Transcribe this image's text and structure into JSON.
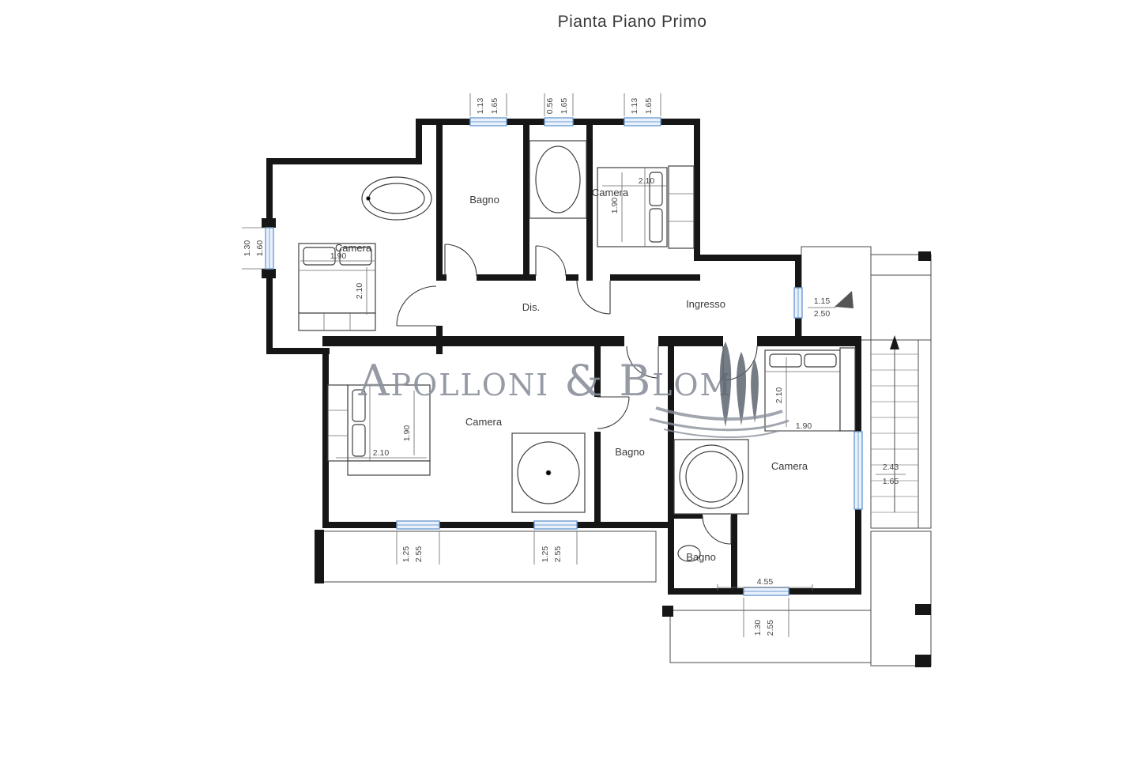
{
  "page": {
    "title": "Pianta Piano Primo"
  },
  "watermark": {
    "name": "Apolloni & Blom"
  },
  "colors": {
    "wall": "#161616",
    "window_frame": "#6f9cd1",
    "window_fill": "#e9f2fc",
    "hatch": "#c9c9c9",
    "label_text": "#3a3a3a",
    "dim_text": "#474747",
    "watermark": "#8a909b",
    "logo_tree": "#5d6570"
  },
  "rooms": {
    "camera_nw": {
      "label": "Camera"
    },
    "bagno_n": {
      "label": "Bagno"
    },
    "camera_ne": {
      "label": "Camera"
    },
    "dis": {
      "label": "Dis."
    },
    "ingresso": {
      "label": "Ingresso"
    },
    "camera_sw": {
      "label": "Camera"
    },
    "bagno_s": {
      "label": "Bagno"
    },
    "camera_se": {
      "label": "Camera"
    },
    "bagno_se": {
      "label": "Bagno"
    }
  },
  "dims": {
    "top_win_left": {
      "a": "1.13",
      "b": "1.65"
    },
    "top_win_mid": {
      "a": "0.56",
      "b": "1.65"
    },
    "top_win_right": {
      "a": "1.13",
      "b": "1.65"
    },
    "left_win": {
      "a": "1.30",
      "b": "1.60"
    },
    "entry": {
      "a": "1.15",
      "b": "2.50"
    },
    "right_win": {
      "a": "2.43",
      "b": "1.65"
    },
    "bottom_win_left": {
      "a": "1.25",
      "b": "2.55"
    },
    "bottom_win_mid": {
      "a": "1.25",
      "b": "2.55"
    },
    "bottom_win_se": {
      "a": "1.30",
      "b": "2.55"
    },
    "se_width": "4.55",
    "bed_nw": {
      "w": "1.90",
      "h": "2.10"
    },
    "bed_ne": {
      "w": "2.10",
      "h": "1.90"
    },
    "bed_sw": {
      "w": "2.10",
      "h": "1.90"
    },
    "bed_se": {
      "w": "1.90",
      "h": "2.10"
    }
  }
}
